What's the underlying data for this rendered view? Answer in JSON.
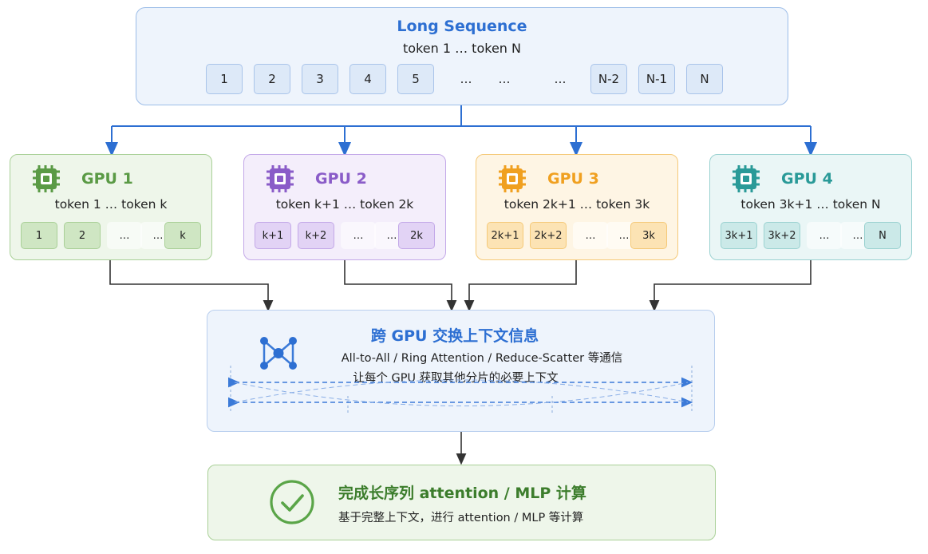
{
  "top": {
    "title": "Long Sequence",
    "subtitle": "token 1 … token N",
    "tokens": [
      "1",
      "2",
      "3",
      "4",
      "5",
      "…",
      "…",
      "…",
      "N-2",
      "N-1",
      "N"
    ]
  },
  "gpus": [
    {
      "title": "GPU 1",
      "range": "token 1 … token k",
      "tokens": [
        "1",
        "2",
        "…",
        "…",
        "k"
      ],
      "accent": "#5a9a45"
    },
    {
      "title": "GPU 2",
      "range": "token k+1 … token 2k",
      "tokens": [
        "k+1",
        "k+2",
        "…",
        "…",
        "2k"
      ],
      "accent": "#8a5cc8"
    },
    {
      "title": "GPU 3",
      "range": "token 2k+1 … token 3k",
      "tokens": [
        "2k+1",
        "2k+2",
        "…",
        "…",
        "3k"
      ],
      "accent": "#f0a020"
    },
    {
      "title": "GPU 4",
      "range": "token 3k+1 … token N",
      "tokens": [
        "3k+1",
        "3k+2",
        "…",
        "…",
        "N"
      ],
      "accent": "#2a9a98"
    }
  ],
  "exchange": {
    "title": "跨 GPU 交换上下文信息",
    "line1": "All-to-All / Ring Attention / Reduce-Scatter 等通信",
    "line2": "让每个 GPU 获取其他分片的必要上下文"
  },
  "done": {
    "title": "完成长序列 attention / MLP 计算",
    "subtitle": "基于完整上下文，进行 attention / MLP 等计算"
  },
  "colors": {
    "blue_accent": "#2d6fd2",
    "green": "#5a9a45",
    "purple": "#8a5cc8",
    "orange": "#f0a020",
    "teal": "#2a9a98"
  }
}
